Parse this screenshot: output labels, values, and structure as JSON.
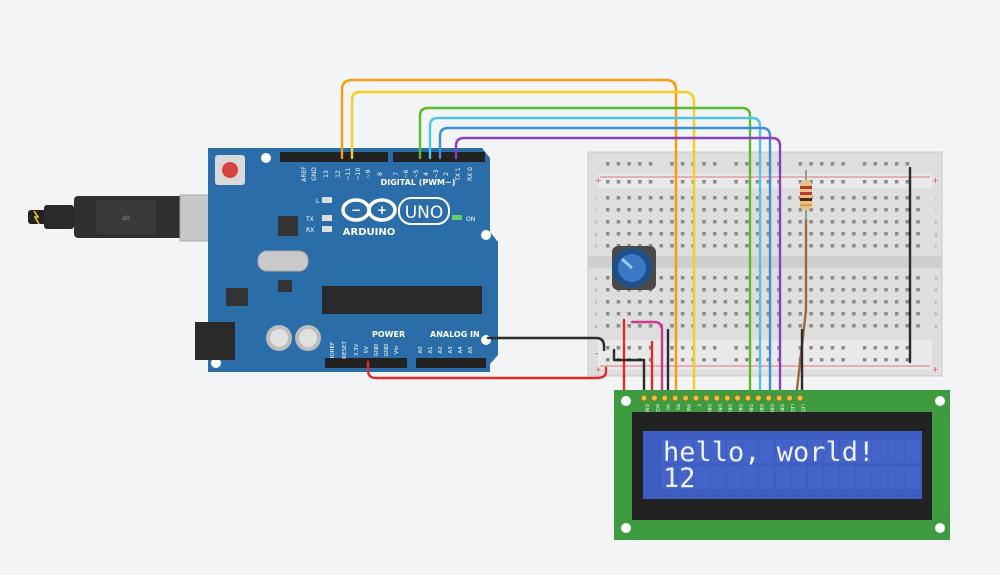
{
  "arduino": {
    "logo_text": "ARDUINO",
    "model": "UNO",
    "digital_header": "DIGITAL (PWM~)",
    "power_label": "POWER",
    "analog_label": "ANALOG IN",
    "on_label": "ON",
    "l_label": "L",
    "tx_label": "TX",
    "rx_label": "RX",
    "top_pins": [
      "AREF",
      "GND",
      "13",
      "12",
      "~11",
      "~10",
      "~9",
      "8",
      "7",
      "~6",
      "~5",
      "4",
      "~3",
      "2",
      "TX 1",
      "RX 0"
    ],
    "bottom_pins": [
      "IOREF",
      "RESET",
      "3.3V",
      "5V",
      "GND",
      "GND",
      "Vin",
      "A0",
      "A1",
      "A2",
      "A3",
      "A4",
      "A5"
    ]
  },
  "lcd": {
    "line1": "hello, world!",
    "line2": "12",
    "pin_labels": [
      "GND",
      "VCC",
      "V0",
      "RS",
      "RW",
      "E",
      "DB0",
      "DB1",
      "DB2",
      "DB3",
      "DB4",
      "DB5",
      "DB6",
      "DB7",
      "LED",
      "LED"
    ]
  },
  "breadboard": {
    "row_letters_top": [
      "j",
      "i",
      "h",
      "g",
      "f"
    ],
    "row_letters_bottom": [
      "e",
      "d",
      "c",
      "b",
      "a"
    ],
    "plus": "+",
    "minus": "-"
  },
  "colors": {
    "board": "#2b6da8",
    "lcd_frame": "#3f9b3f",
    "lcd_screen": "#3d5dc0",
    "wire_orange": "#f39c12",
    "wire_yellow": "#f0d020",
    "wire_green": "#5cbb2c",
    "wire_cyan": "#4fc3e8",
    "wire_blue": "#3b8fd9",
    "wire_purple": "#8a3fbf",
    "wire_red": "#e02b2b",
    "wire_black": "#2b2b2b",
    "wire_pink": "#d03890",
    "wire_brown": "#9a6a3a"
  }
}
